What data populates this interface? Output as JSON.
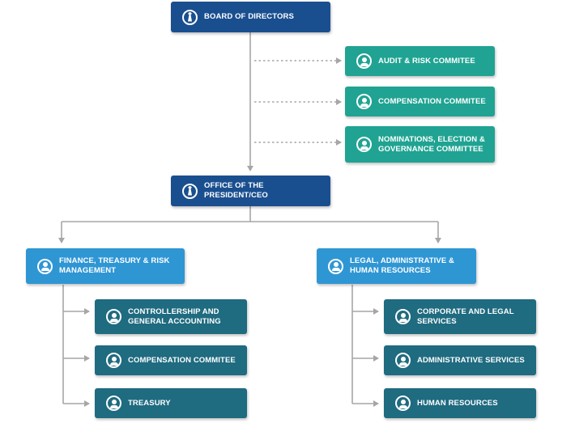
{
  "colors": {
    "board": "#1a4f8f",
    "committee": "#20a392",
    "division": "#2f96d4",
    "department": "#1f6b80",
    "connector": "#a6a6a6"
  },
  "board": {
    "label": "BOARD OF DIRECTORS",
    "icon": "executive-tie-icon"
  },
  "committees": [
    {
      "label": "AUDIT & RISK COMMITEE",
      "icon": "person-icon"
    },
    {
      "label": "COMPENSATION COMMITEE",
      "icon": "person-icon"
    },
    {
      "label": "NOMINATIONS, ELECTION & GOVERNANCE COMMITTEE",
      "icon": "person-icon"
    }
  ],
  "ceo": {
    "label": "OFFICE OF THE PRESIDENT/CEO",
    "icon": "executive-tie-icon"
  },
  "divisions": [
    {
      "label": "FINANCE, TREASURY & RISK MANAGEMENT",
      "icon": "person-icon",
      "departments": [
        {
          "label": "CONTROLLERSHIP AND GENERAL ACCOUNTING",
          "icon": "person-icon"
        },
        {
          "label": "COMPENSATION COMMITEE",
          "icon": "person-icon"
        },
        {
          "label": "TREASURY",
          "icon": "person-icon"
        }
      ]
    },
    {
      "label": "LEGAL, ADMINISTRATIVE & HUMAN RESOURCES",
      "icon": "person-icon",
      "departments": [
        {
          "label": "CORPORATE AND LEGAL SERVICES",
          "icon": "person-icon"
        },
        {
          "label": "ADMINISTRATIVE SERVICES",
          "icon": "person-icon"
        },
        {
          "label": "HUMAN RESOURCES",
          "icon": "person-icon"
        }
      ]
    }
  ]
}
